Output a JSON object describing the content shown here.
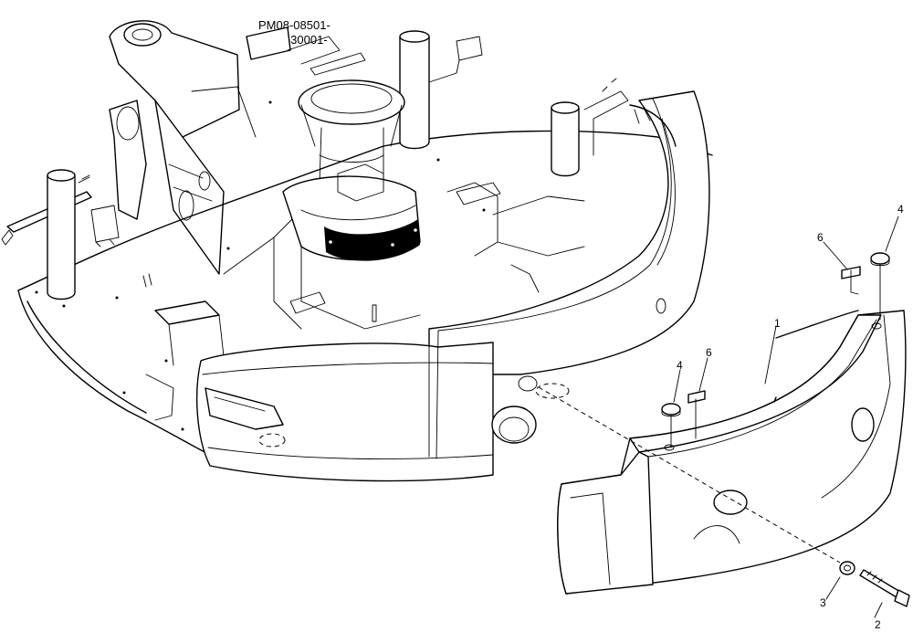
{
  "serials": [
    "PM08-08501-",
    "PV11-30001-"
  ],
  "callouts": {
    "c1": "1",
    "c2": "2",
    "c3": "3",
    "c4a": "4",
    "c4b": "4",
    "c6a": "6",
    "c6b": "6"
  }
}
